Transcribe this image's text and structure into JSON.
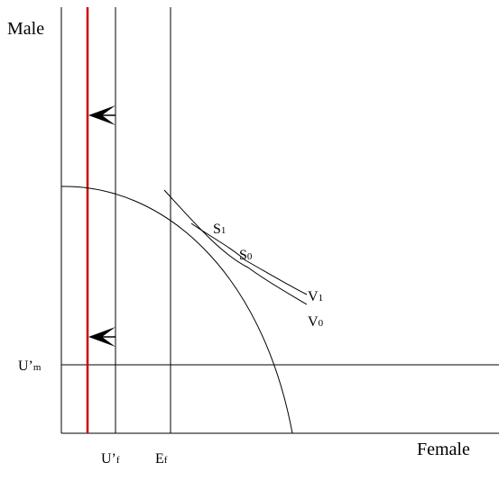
{
  "axes": {
    "y_label": "Male",
    "x_label": "Female"
  },
  "lines": {
    "u_m": {
      "main": "U’",
      "sub": "m"
    },
    "u_f": {
      "main": "U’",
      "sub": "f"
    },
    "e_f": {
      "main": "E",
      "sub": "f"
    }
  },
  "curves": {
    "s1": {
      "main": "S",
      "sub": "1"
    },
    "s0": {
      "main": "S",
      "sub": "0"
    },
    "v1": {
      "main": "V",
      "sub": "1"
    },
    "v0": {
      "main": "V",
      "sub": "0"
    }
  },
  "colors": {
    "ink": "#000000",
    "shifted_line": "#cc0000"
  },
  "icons": [
    "arrow-left-icon",
    "arrow-left-icon"
  ]
}
